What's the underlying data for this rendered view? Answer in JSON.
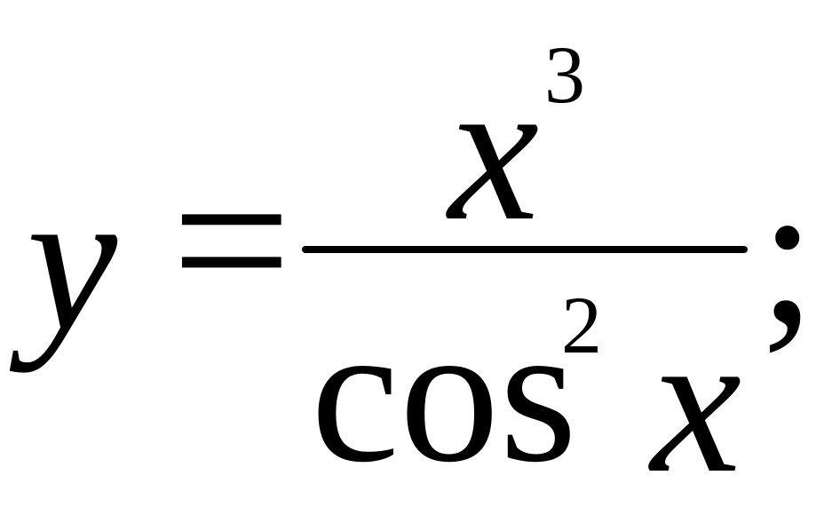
{
  "formula": {
    "lhs": "y",
    "equals": "=",
    "numerator": {
      "base": "x",
      "exponent": "3"
    },
    "denominator": {
      "function": "cos",
      "exponent": "2",
      "argument": "x"
    },
    "terminator": ";"
  }
}
